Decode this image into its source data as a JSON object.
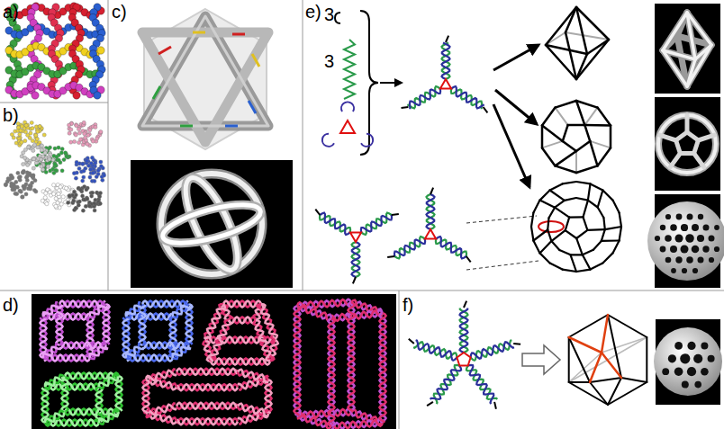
{
  "diagram": {
    "labels": [
      "a)",
      "b)",
      "c)",
      "d)",
      "e)",
      "3",
      "3",
      "f)"
    ]
  }
}
